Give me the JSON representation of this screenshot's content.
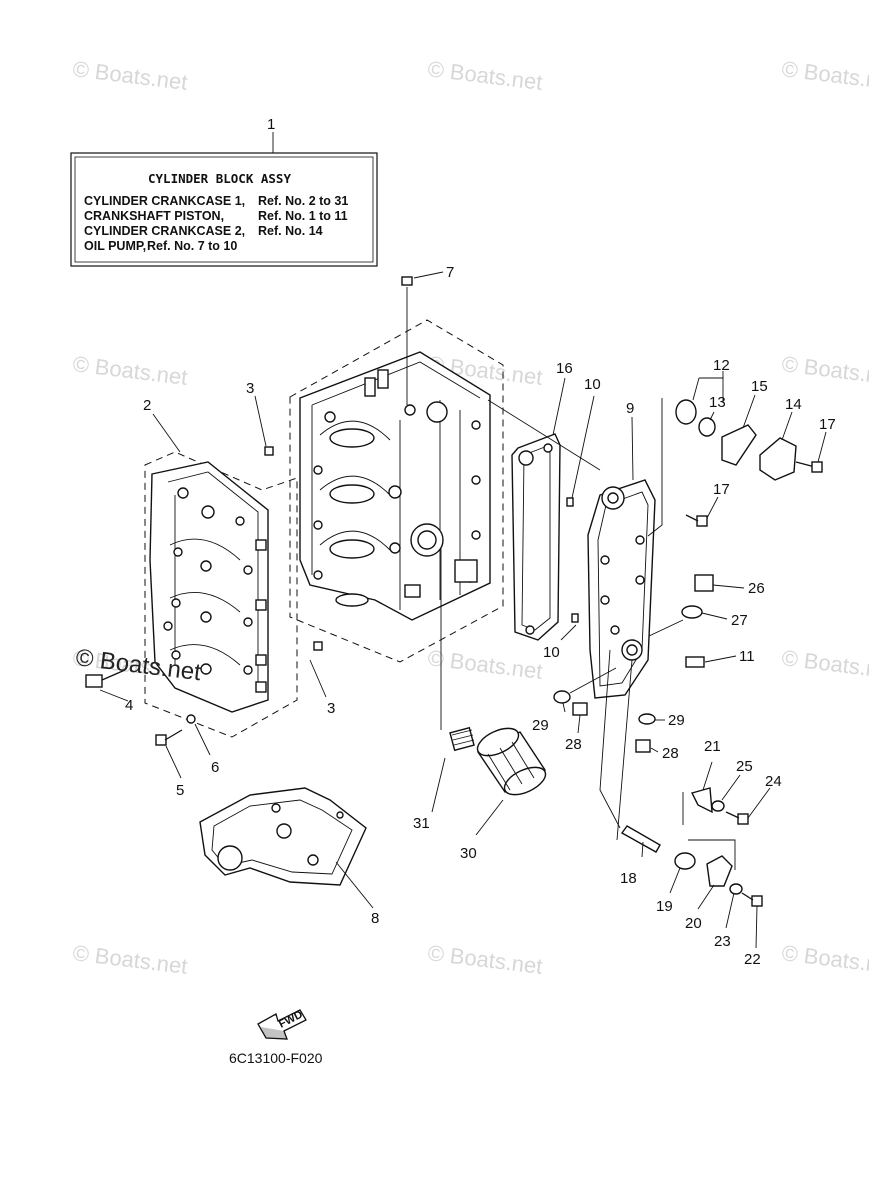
{
  "watermarks": [
    "© Boats.net",
    "© Boats.net",
    "© Boats.net",
    "© Boats.net",
    "© Boats.net",
    "© Boats.net",
    "© Boats.net",
    "© Boats.net",
    "© Boats.net",
    "© Boats.net",
    "© Boats.net",
    "© Boats.net"
  ],
  "overlay_watermark": "© Boats.net",
  "legend": {
    "ref": "1",
    "title": "CYLINDER BLOCK ASSY",
    "rows": [
      {
        "name": "CYLINDER CRANKCASE 1,",
        "ref": "Ref. No. 2 to 31"
      },
      {
        "name": "CRANKSHAFT PISTON,",
        "ref": "Ref. No. 1 to 11"
      },
      {
        "name": "CYLINDER CRANKCASE 2,",
        "ref": "Ref. No. 14"
      },
      {
        "name": "OIL PUMP,",
        "ref": "Ref. No. 7 to 10"
      }
    ]
  },
  "callouts": [
    "2",
    "3",
    "3",
    "4",
    "5",
    "6",
    "7",
    "8",
    "9",
    "10",
    "10",
    "11",
    "12",
    "13",
    "14",
    "15",
    "16",
    "17",
    "17",
    "18",
    "19",
    "20",
    "21",
    "22",
    "23",
    "24",
    "25",
    "26",
    "27",
    "28",
    "28",
    "29",
    "29",
    "30",
    "31"
  ],
  "fwd_label": "FWD",
  "diagram_code": "6C13100-F020"
}
